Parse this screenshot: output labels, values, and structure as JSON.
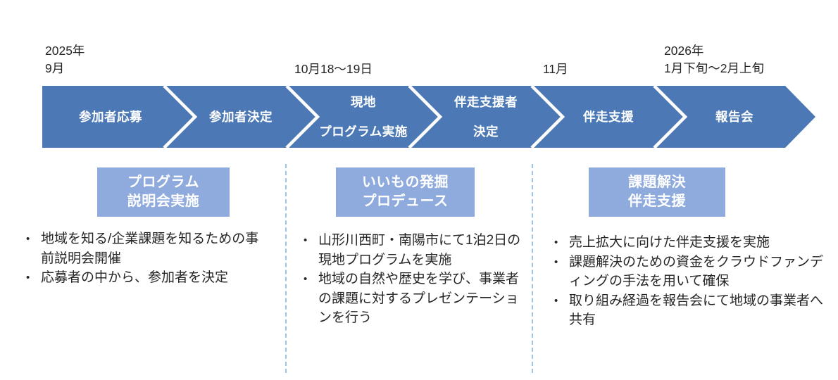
{
  "colors": {
    "arrow_blue": "#4C79B5",
    "box_blue": "#8FAADC",
    "divider_blue": "#9DC3E6",
    "text_dark": "#262626"
  },
  "timeline": {
    "dates": [
      {
        "label": "2025年\n9月"
      },
      {
        "label": "10月18〜19日"
      },
      {
        "label": "11月"
      },
      {
        "label": "2026年\n1月下旬〜2月上旬"
      }
    ],
    "stages": [
      {
        "label": "参加者応募"
      },
      {
        "label": "参加者決定"
      },
      {
        "label": "現地\nプログラム実施"
      },
      {
        "label": "伴走支援者\n決定"
      },
      {
        "label": "伴走支援"
      },
      {
        "label": "報告会"
      }
    ]
  },
  "sections": [
    {
      "title": "プログラム\n説明会実施",
      "items": [
        "地域を知る/企業課題を知るための事前説明会開催",
        "応募者の中から、参加者を決定"
      ]
    },
    {
      "title": "いいもの発掘\nプロデュース",
      "items": [
        "山形川西町・南陽市にて1泊2日の現地プログラムを実施",
        "地域の自然や歴史を学び、事業者の課題に対するプレゼンテーションを行う"
      ]
    },
    {
      "title": "課題解決\n伴走支援",
      "items": [
        "売上拡大に向けた伴走支援を実施",
        "課題解決のための資金をクラウドファンディングの手法を用いて確保",
        "取り組み経過を報告会にて地域の事業者へ共有"
      ]
    }
  ]
}
